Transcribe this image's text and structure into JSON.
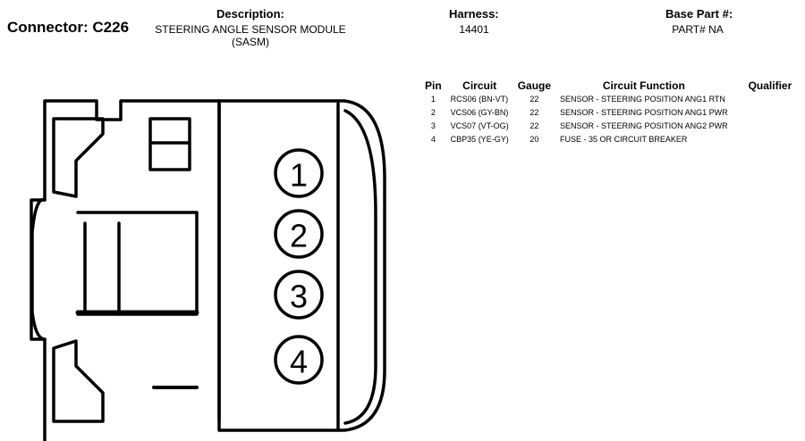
{
  "header": {
    "connector_label": "Connector: C226",
    "description_heading": "Description:",
    "description_line1": "STEERING ANGLE SENSOR MODULE",
    "description_line2": "(SASM)",
    "harness_heading": "Harness:",
    "harness_value": "14401",
    "base_part_heading": "Base Part #:",
    "base_part_value": "PART# NA"
  },
  "table": {
    "columns": {
      "pin": "Pin",
      "circuit": "Circuit",
      "gauge": "Gauge",
      "function": "Circuit Function",
      "qualifier": "Qualifier"
    },
    "rows": [
      {
        "pin": "1",
        "circuit": "RCS06 (BN-VT)",
        "gauge": "22",
        "function": "SENSOR - STEERING POSITION ANG1 RTN",
        "qualifier": ""
      },
      {
        "pin": "2",
        "circuit": "VCS06 (GY-BN)",
        "gauge": "22",
        "function": "SENSOR - STEERING POSITION ANG1 PWR",
        "qualifier": ""
      },
      {
        "pin": "3",
        "circuit": "VCS07 (VT-OG)",
        "gauge": "22",
        "function": "SENSOR - STEERING POSITION ANG2 PWR",
        "qualifier": ""
      },
      {
        "pin": "4",
        "circuit": "CBP35 (YE-GY)",
        "gauge": "20",
        "function": "FUSE - 35 OR CIRCUIT BREAKER",
        "qualifier": ""
      }
    ]
  },
  "diagram": {
    "pin_labels": [
      "1",
      "2",
      "3",
      "4"
    ]
  }
}
